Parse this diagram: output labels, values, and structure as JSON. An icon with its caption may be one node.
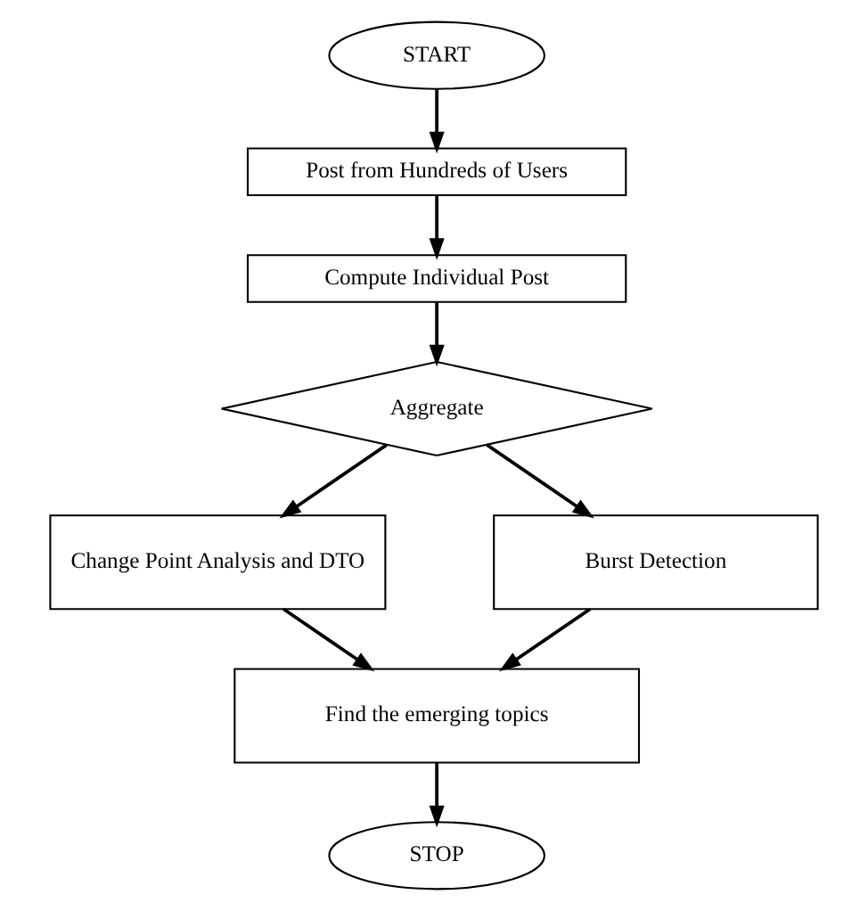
{
  "diagram": {
    "nodes": [
      {
        "text": [
          "START"
        ]
      },
      {
        "text": [
          "Post from Hundreds of Users"
        ]
      },
      {
        "text": [
          "Compute Individual Post"
        ]
      },
      {
        "text": [
          "Aggregate"
        ]
      },
      {
        "text": [
          "Change Point Analysis and DTO"
        ]
      },
      {
        "text": [
          "Burst Detection"
        ]
      },
      {
        "text": [
          "Find the emerging topics"
        ]
      },
      {
        "text": [
          "STOP"
        ]
      }
    ],
    "edges": [
      {
        "from": 0,
        "to": 1,
        "arrow": "to"
      },
      {
        "from": 1,
        "to": 2,
        "arrow": "to"
      },
      {
        "from": 2,
        "to": 3,
        "arrow": "to"
      },
      {
        "from": 3,
        "to": 4,
        "arrow": "to"
      },
      {
        "from": 3,
        "to": 5,
        "arrow": "to"
      },
      {
        "from": 4,
        "to": 6,
        "arrow": "to"
      },
      {
        "from": 5,
        "to": 6,
        "arrow": "to"
      },
      {
        "from": 6,
        "to": 7,
        "arrow": "to"
      }
    ]
  }
}
